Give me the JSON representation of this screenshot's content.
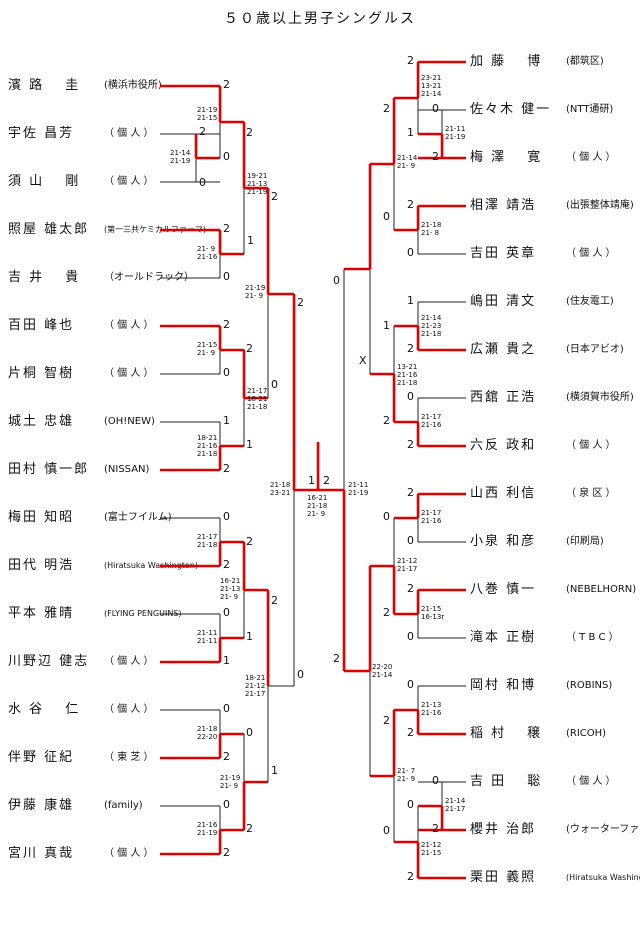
{
  "title": "５０歳以上男子シングルス",
  "left_players": [
    {
      "name": "濱 路　 圭",
      "aff": "(横浜市役所)"
    },
    {
      "name": "宇佐 昌芳",
      "aff": "（ 個 人 ）"
    },
    {
      "name": "須 山 　剛",
      "aff": "（ 個 人 ）"
    },
    {
      "name": "照屋 雄太郎",
      "aff": "(第一三共ケミカルファーマ)"
    },
    {
      "name": "吉 井 　貴",
      "aff": "（オールドラック）"
    },
    {
      "name": "百田 峰也",
      "aff": "（ 個 人 ）"
    },
    {
      "name": "片桐 智樹",
      "aff": "（ 個 人 ）"
    },
    {
      "name": "城土 忠雄",
      "aff": "(OH!NEW)"
    },
    {
      "name": "田村 慎一郎",
      "aff": "(NISSAN)"
    },
    {
      "name": "梅田 知昭",
      "aff": "(富士フイルム)"
    },
    {
      "name": "田代 明浩",
      "aff": "(Hiratsuka Washington)"
    },
    {
      "name": "平本 雅晴",
      "aff": "(FLYING PENGUINS)"
    },
    {
      "name": "川野辺 健志",
      "aff": "（ 個 人 ）"
    },
    {
      "name": "水 谷 　仁",
      "aff": "（ 個 人 ）"
    },
    {
      "name": "伴野 征紀",
      "aff": "（ 東 芝 ）"
    },
    {
      "name": "伊藤 康雄",
      "aff": "(family)"
    },
    {
      "name": "宮川 真哉",
      "aff": "（ 個 人 ）"
    }
  ],
  "right_players": [
    {
      "name": "加 藤 　博",
      "aff": "(都筑区)"
    },
    {
      "name": "佐々木 健一",
      "aff": "(NTT通研)"
    },
    {
      "name": "梅 澤 　寛",
      "aff": "（ 個 人 ）"
    },
    {
      "name": "相澤 靖浩",
      "aff": "(出張整体靖庵)"
    },
    {
      "name": "吉田 英章",
      "aff": "（ 個 人 ）"
    },
    {
      "name": "嶋田 清文",
      "aff": "(住友電工)"
    },
    {
      "name": "広瀬 貴之",
      "aff": "(日本アビオ)"
    },
    {
      "name": "西舘 正浩",
      "aff": "(横須賀市役所)"
    },
    {
      "name": "六反 政和",
      "aff": "（ 個 人 ）"
    },
    {
      "name": "山西 利信",
      "aff": "（ 泉 区 ）"
    },
    {
      "name": "小泉 和彦",
      "aff": "(印刷局)"
    },
    {
      "name": "八巻 慎一",
      "aff": "(NEBELHORN)"
    },
    {
      "name": "滝本 正樹",
      "aff": "（ T B C ）"
    },
    {
      "name": "岡村 和博",
      "aff": "(ROBINS)"
    },
    {
      "name": "稲 村 　穣",
      "aff": "(RICOH)"
    },
    {
      "name": "吉 田 　聡",
      "aff": "（ 個 人 ）"
    },
    {
      "name": "櫻井 治郎",
      "aff": "(ウォーターファール)"
    },
    {
      "name": "栗田 義照",
      "aff": "(Hiratsuka Washington)"
    }
  ],
  "left_r1_games": [
    "2",
    "0",
    "2",
    "0",
    "2",
    "0",
    "1",
    "2",
    "0",
    "2",
    "0",
    "1",
    "0",
    "2",
    "0",
    "2"
  ],
  "left_r1_scores": [
    [
      "21-19",
      "21-15"
    ],
    [
      "21-14",
      "21-19"
    ],
    [
      "21- 9",
      "21-16"
    ],
    [
      "21-15",
      "21- 9"
    ],
    [
      "18-21",
      "21-16",
      "21-18"
    ],
    [
      "21-17",
      "21-18"
    ],
    [
      "21-11",
      "21-11"
    ],
    [
      "21-18",
      "22-20"
    ],
    [
      "21-16",
      "21-19"
    ]
  ],
  "left_r2_games": [
    "2",
    "0",
    "2",
    "1",
    "2",
    "0",
    "2",
    "1",
    "0",
    "2",
    "0",
    "1",
    "0",
    "2"
  ],
  "left_r2_scores": [
    [
      "19-21",
      "21-13",
      "21-19"
    ],
    [
      "21-17",
      "18-21",
      "21-18"
    ],
    [
      "16-21",
      "21-13",
      "21- 9"
    ],
    [
      "21-19",
      "21- 9"
    ]
  ],
  "left_qf_games": [
    "2",
    "1",
    "2",
    "0",
    "2",
    "0",
    "2",
    "1"
  ],
  "left_qf_scores": [
    [
      "21-19",
      "21- 9"
    ],
    [
      "18-21",
      "21-12",
      "21-17"
    ]
  ],
  "left_sf_games": [
    "2",
    "0"
  ],
  "left_sf_scores": [
    [
      "21-18",
      "23-21"
    ]
  ],
  "final": {
    "left_game": "1",
    "right_game": "2",
    "scores": [
      "16-21",
      "21-18",
      "21- 9"
    ]
  },
  "right_sf_games": [
    "0",
    "2"
  ],
  "right_sf_scores": [
    [
      "21-11",
      "21-19"
    ],
    [
      "22-20",
      "21-14"
    ]
  ],
  "right_qf_games": [
    "2",
    "0",
    "1",
    "2",
    "0",
    "2",
    "2",
    "0"
  ],
  "right_qf_scores": [
    [
      "21-14",
      "21- 9"
    ],
    [
      "13-21",
      "21-16",
      "21-18"
    ],
    [
      "21-12",
      "21-17"
    ],
    [
      "21- 7",
      "21- 9"
    ]
  ],
  "right_qf_marks": [
    "X"
  ],
  "right_r1_games": [
    "2",
    "0",
    "2",
    "0",
    "2",
    "1",
    "2",
    "0",
    "2",
    "2",
    "0",
    "2",
    "0",
    "0",
    "2",
    "0",
    "2",
    "2"
  ],
  "right_r1_scores": [
    [
      "23-21",
      "13-21",
      "21-14"
    ],
    [
      "21-11",
      "21-19"
    ],
    [
      "21-18",
      "21- 8"
    ],
    [
      "21-14",
      "21-23",
      "21-18"
    ],
    [
      "21-17",
      "21-16"
    ],
    [
      "21-17",
      "21-16"
    ],
    [
      "21-15",
      "16-13r"
    ],
    [
      "21-13",
      "21-16"
    ],
    [
      "21-14",
      "21-17"
    ],
    [
      "21-12",
      "21-15"
    ]
  ],
  "colors": {
    "win_line": "#e00000",
    "lose_line": "#222222",
    "text": "#111111"
  }
}
